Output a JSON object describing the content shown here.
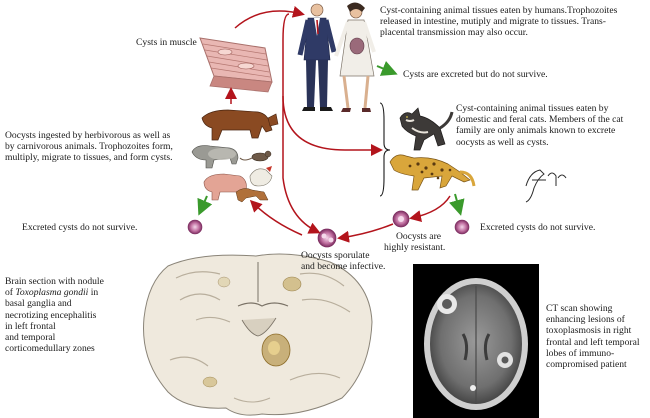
{
  "labels": {
    "cysts_in_muscle": "Cysts in muscle",
    "humans_line1": "Cyst-containing animal tissues eaten by humans.Trophozoites",
    "humans_line2": "released in intestine, mutiply and migrate to tissues. Trans-",
    "humans_line3": "placental transmission may also occur.",
    "human_cysts_excreted": "Cysts are excreted but do not survive.",
    "cats_line1": "Cyst-containing animal tissues eaten by",
    "cats_line2": "domestic and feral cats. Members of the cat",
    "cats_line3": "family are only animals known to excrete",
    "cats_line4": "oocysts as well as cysts.",
    "herbivores_line1": "Oocysts ingested by herbivorous as well as",
    "herbivores_line2": "by carnivorous animals. Trophozoites form,",
    "herbivores_line3": "multiply, migrate to tissues, and form cysts.",
    "excreted_left": "Excreted cysts do not survive.",
    "excreted_right": "Excreted cysts do not survive.",
    "oocysts_resistant_line1": "Oocysts are",
    "oocysts_resistant_line2": "highly resistant.",
    "sporulate_line1": "Oocysts sporulate",
    "sporulate_line2": "and become infective.",
    "brain_line1": "Brain section with nodule",
    "brain_line2_italic": "Toxoplasma gondii",
    "brain_line2_prefix": "of ",
    "brain_line2_suffix": " in",
    "brain_line3": "basal ganglia and",
    "brain_line4": "necrotizing encephalitis",
    "brain_line5": "in left frontal",
    "brain_line6": "and temporal",
    "brain_line7": "corticomedullary zones",
    "ct_line1": "CT scan showing",
    "ct_line2": "enhancing lesions of",
    "ct_line3": "toxoplasmosis in right",
    "ct_line4": "frontal and left temporal",
    "ct_line5": "lobes of immuno-",
    "ct_line6": "compromised patient",
    "signature": "F. Netter"
  },
  "colors": {
    "arrow_red": "#b3141c",
    "arrow_green": "#3a9a2c",
    "text": "#1a1a1a",
    "muscle_pink": "#e9b7b3",
    "cyst_purple": "#8a3e74"
  }
}
